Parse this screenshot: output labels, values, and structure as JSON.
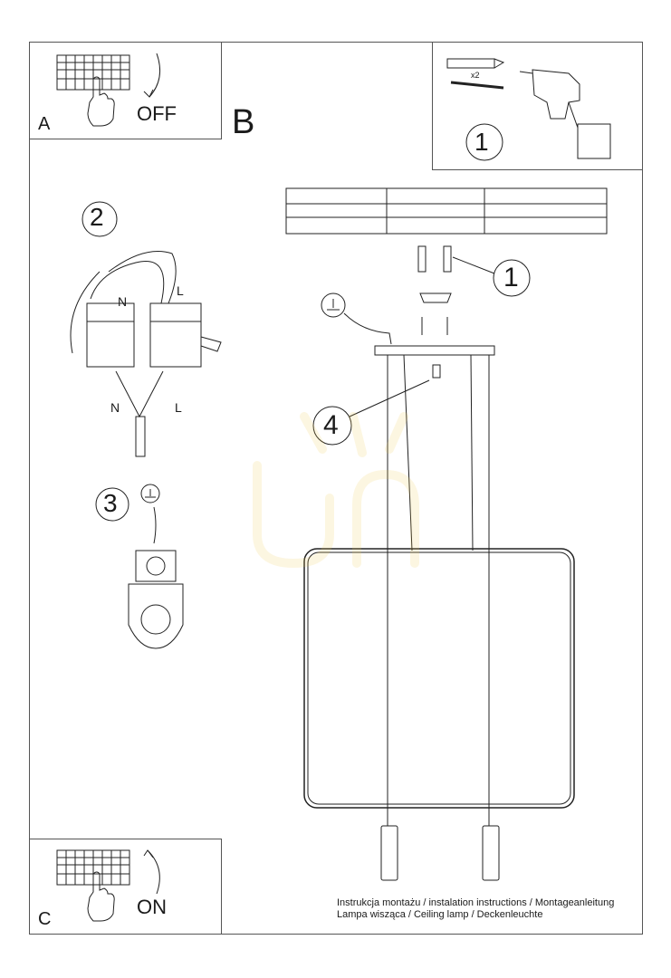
{
  "panels": {
    "a": {
      "letter": "A",
      "state": "OFF"
    },
    "b": {
      "letter": "B"
    },
    "c": {
      "letter": "C",
      "state": "ON"
    }
  },
  "hardware": {
    "count": "x2",
    "step": "1"
  },
  "steps": {
    "two": "2",
    "three": "3",
    "four": "4",
    "one_ceiling": "1"
  },
  "wiring": {
    "neutral_top": "N",
    "live_top": "L",
    "neutral_bottom": "N",
    "live_bottom": "L"
  },
  "caption": {
    "line1": "Instrukcja montażu / instalation instructions / Montageanleitung",
    "line2": "Lampa wisząca / Ceiling lamp / Deckenleuchte"
  },
  "colors": {
    "line": "#1a1a1a",
    "watermark": "#f2c94c"
  }
}
